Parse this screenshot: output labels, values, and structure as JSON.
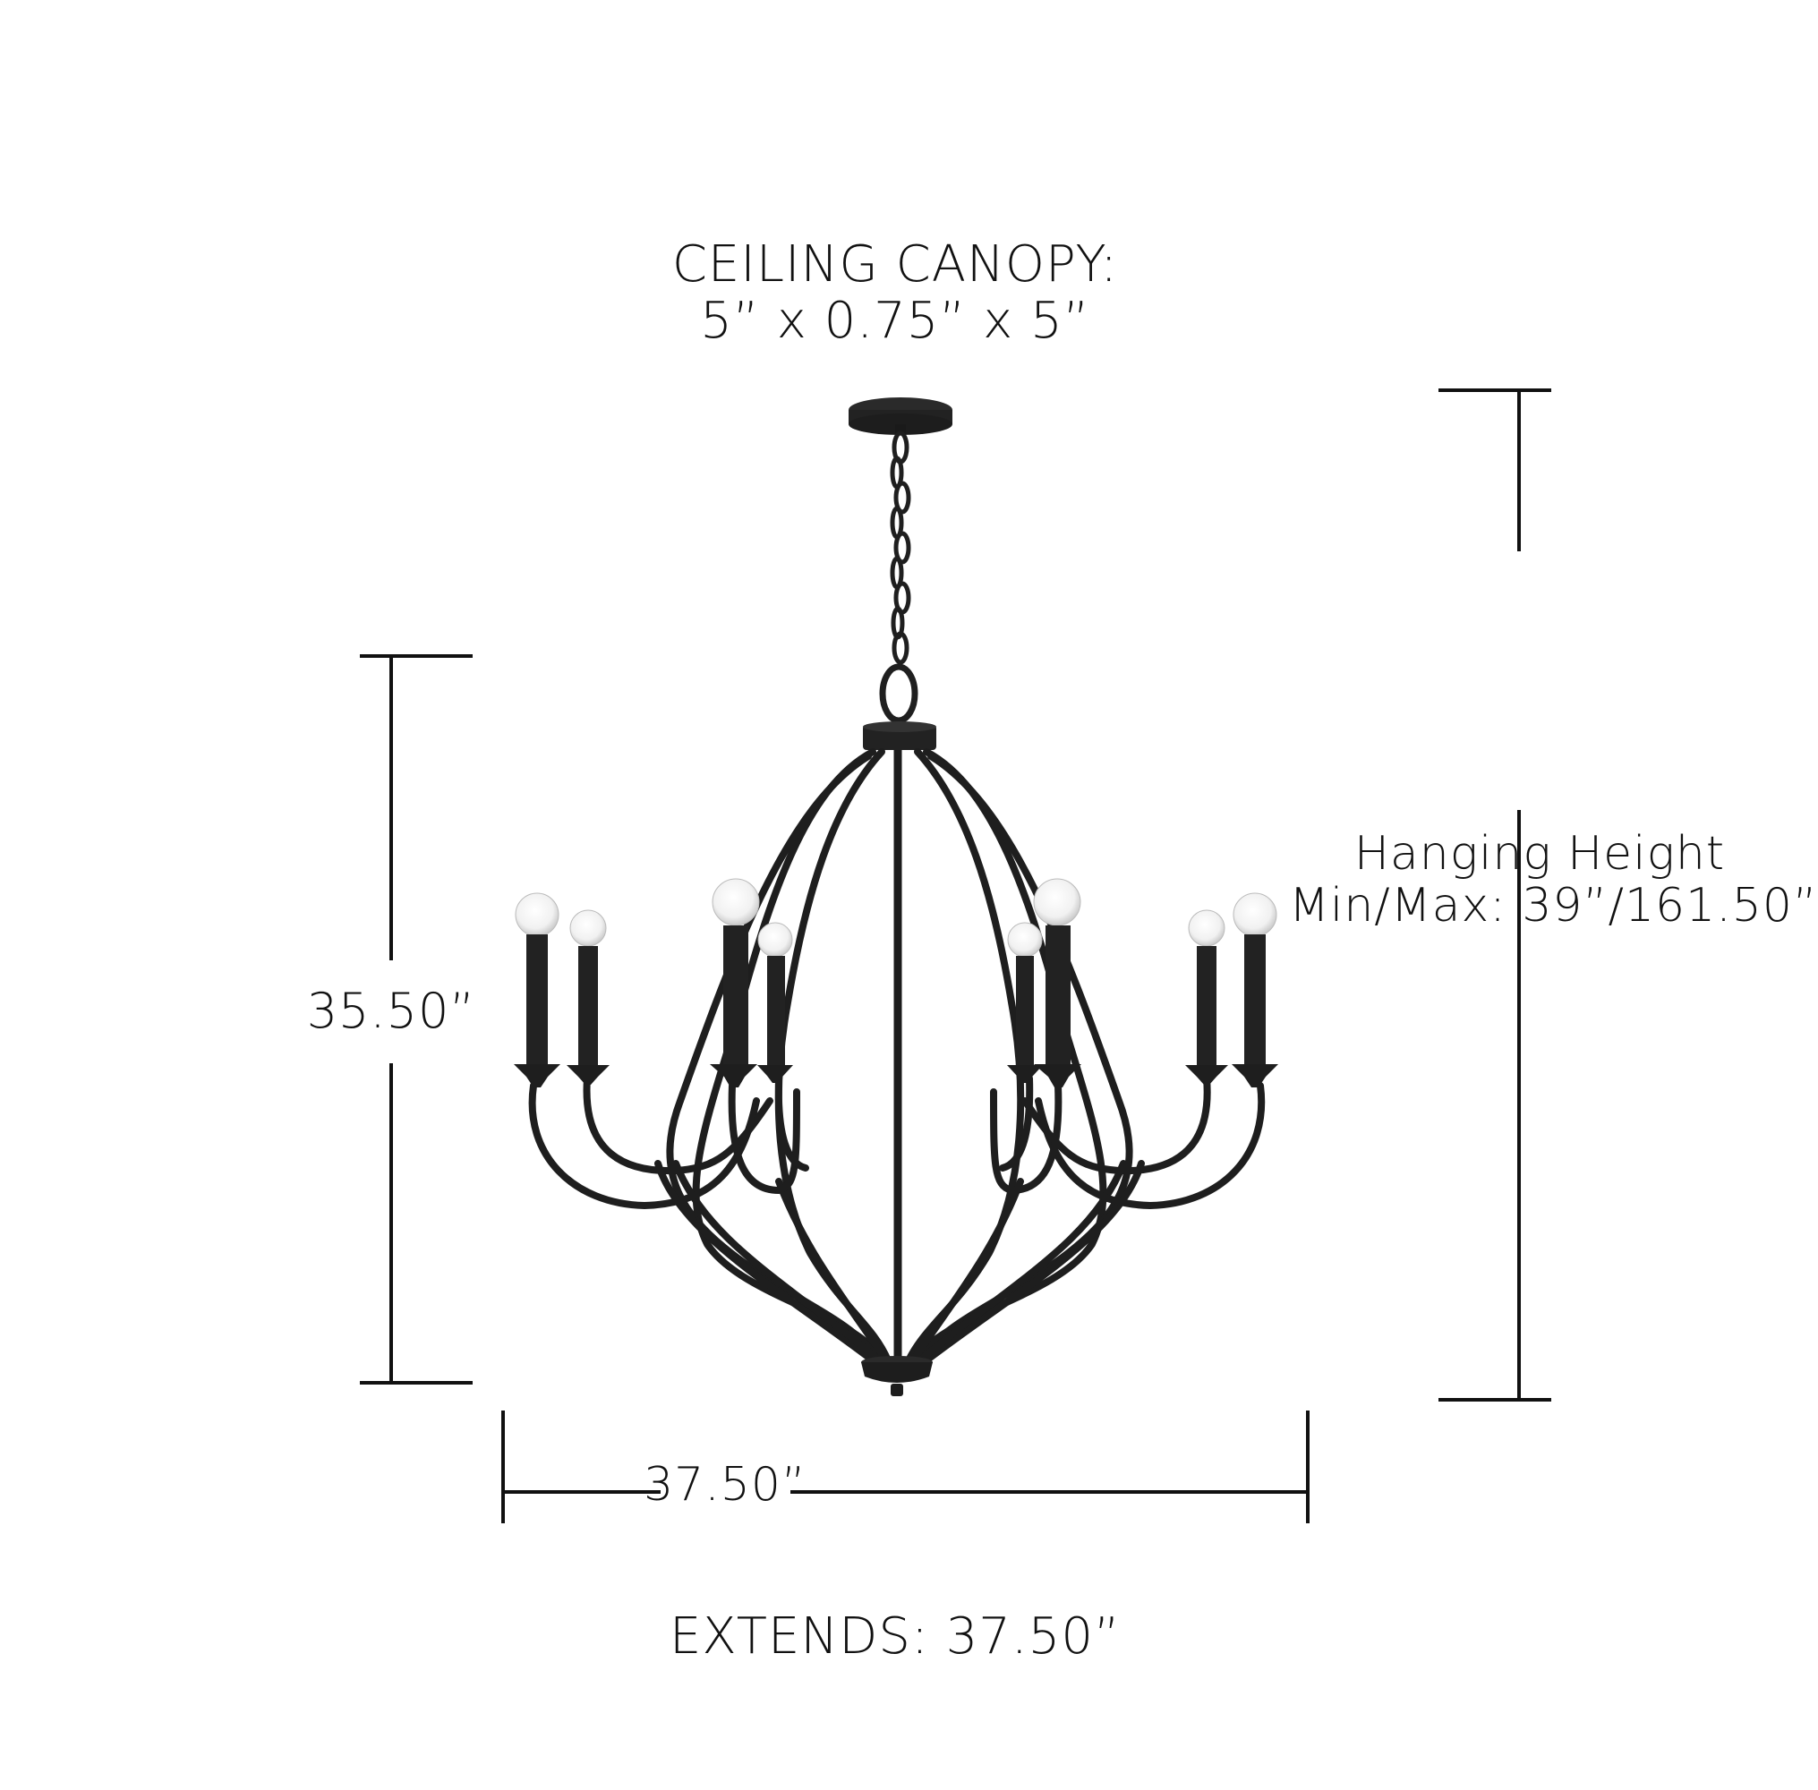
{
  "canopy": {
    "title": "CEILING CANOPY:",
    "dimensions": "5” x 0.75” x 5”"
  },
  "height": {
    "value": "35.50”"
  },
  "hanging_height": {
    "title": "Hanging Height",
    "value": "Min/Max: 39”/161.50”"
  },
  "width": {
    "value": "37.50”"
  },
  "extends": {
    "text": "EXTENDS: 37.50”"
  },
  "fixture": {
    "type": "chandelier",
    "light_count": 8,
    "finish_color": "#1f1f1f",
    "bulb": "clear globe bulb"
  }
}
